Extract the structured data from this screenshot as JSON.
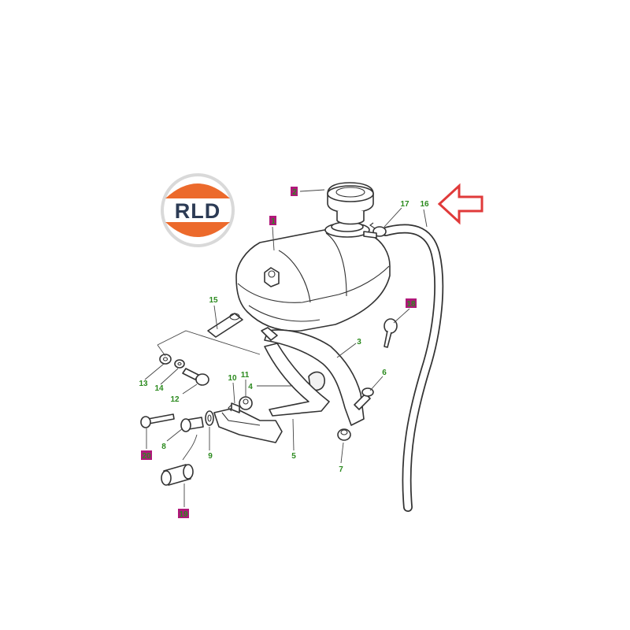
{
  "logo": {
    "text": "RLD",
    "colors": {
      "orange": "#ec6a2c",
      "navy": "#2c3b55",
      "grey": "#d9d9d9"
    }
  },
  "colors": {
    "callout_green": "#2b8a1e",
    "callout_highlight": "#b0187a",
    "arrow_red": "#e03a3a",
    "line": "#333333"
  },
  "callouts": {
    "c1": "1",
    "c2": "2",
    "c3": "3",
    "c4": "4",
    "c5": "5",
    "c6": "6",
    "c7": "7",
    "c8": "8",
    "c9": "9",
    "c10": "10",
    "c11": "11",
    "c12": "12",
    "c13": "13",
    "c14": "14",
    "c15": "15",
    "c16": "16",
    "c17": "17",
    "c18": "18",
    "c19": "19",
    "c20": "20"
  },
  "indicator": {
    "icon": "arrow-left-outline-icon"
  }
}
